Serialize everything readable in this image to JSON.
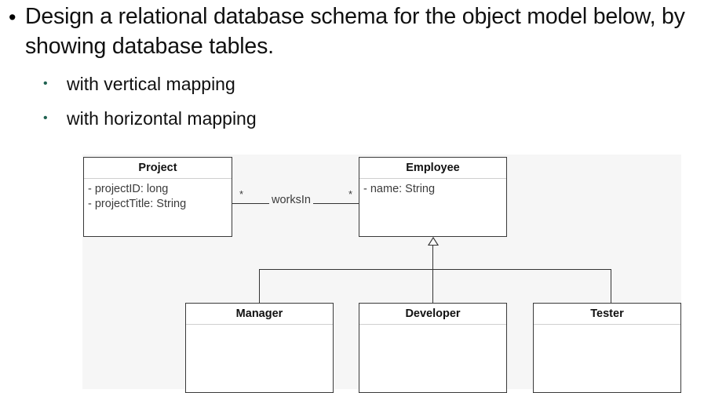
{
  "slide": {
    "main_bullet": {
      "marker": "•",
      "line1": "Design a relational database schema for the object model",
      "line2": "below, by showing database tables."
    },
    "sub_bullets": [
      {
        "marker": "•",
        "text": "with vertical mapping"
      },
      {
        "marker": "•",
        "text": "with horizontal mapping"
      }
    ],
    "colors": {
      "text": "#101010",
      "sub_bullet_marker": "#1f6150",
      "diagram_background": "#f6f6f6",
      "box_border": "#3a3a3a",
      "attribute_text": "#3b3b3b"
    }
  },
  "diagram": {
    "type": "uml-class-diagram",
    "classes": [
      {
        "id": "project",
        "name": "Project",
        "attributes": [
          "- projectID: long",
          "- projectTitle: String"
        ]
      },
      {
        "id": "employee",
        "name": "Employee",
        "attributes": [
          "- name: String"
        ]
      },
      {
        "id": "manager",
        "name": "Manager",
        "attributes": []
      },
      {
        "id": "developer",
        "name": "Developer",
        "attributes": []
      },
      {
        "id": "tester",
        "name": "Tester",
        "attributes": []
      }
    ],
    "association": {
      "label": "worksIn",
      "source": "Project",
      "target": "Employee",
      "source_multiplicity": "*",
      "target_multiplicity": "*"
    },
    "generalization": {
      "parent": "Employee",
      "children": [
        "Manager",
        "Developer",
        "Tester"
      ]
    }
  }
}
